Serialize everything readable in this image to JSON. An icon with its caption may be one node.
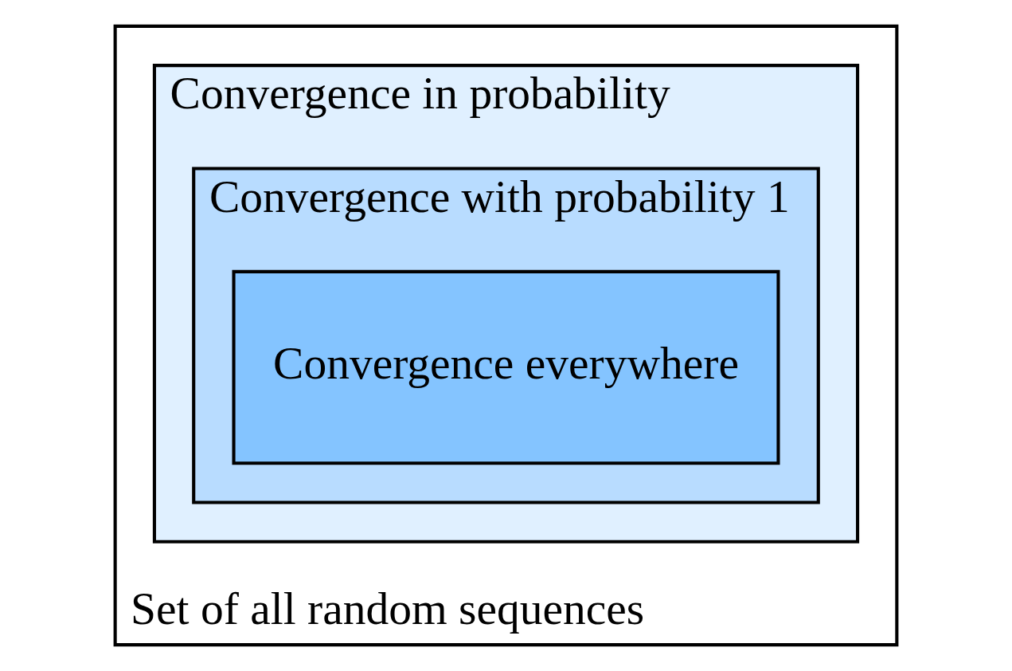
{
  "diagram": {
    "nodes": [
      {
        "text": [
          "Set of all random sequences"
        ]
      },
      {
        "text": [
          "Convergence in probability"
        ],
        "in": 0
      },
      {
        "text": [
          "Convergence with probability 1"
        ],
        "in": 1
      },
      {
        "text": [
          "Convergence everywhere"
        ],
        "in": 2
      }
    ]
  }
}
